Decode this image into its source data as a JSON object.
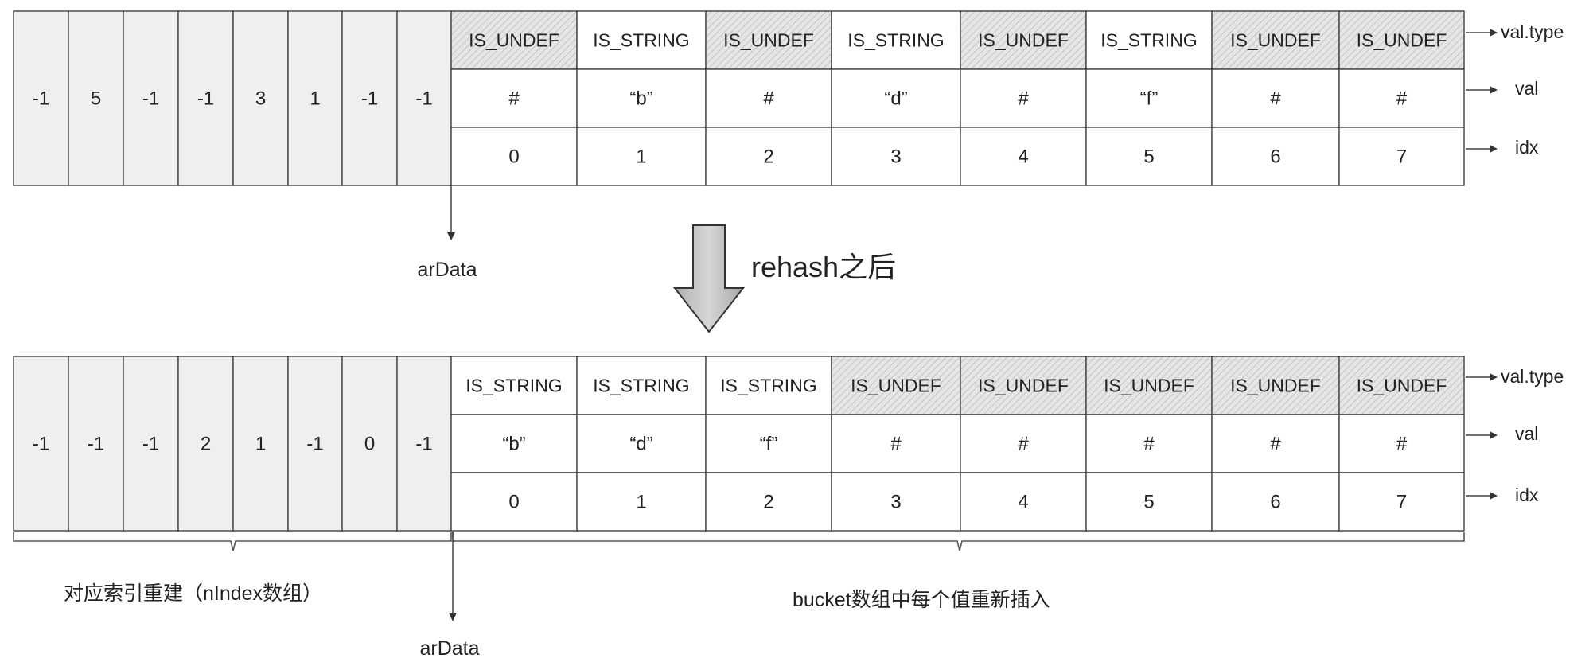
{
  "labels": {
    "val_type": "val.type",
    "val": "val",
    "idx": "idx",
    "ardata": "arData",
    "rehash": "rehash之后",
    "index_rebuild": "对应索引重建（nIndex数组）",
    "bucket_reinsert": "bucket数组中每个值重新插入"
  },
  "before": {
    "index": [
      "-1",
      "5",
      "-1",
      "-1",
      "3",
      "1",
      "-1",
      "-1"
    ],
    "types": [
      "IS_UNDEF",
      "IS_STRING",
      "IS_UNDEF",
      "IS_STRING",
      "IS_UNDEF",
      "IS_STRING",
      "IS_UNDEF",
      "IS_UNDEF"
    ],
    "vals": [
      "#",
      "“b”",
      "#",
      "“d”",
      "#",
      "“f”",
      "#",
      "#"
    ],
    "idx": [
      "0",
      "1",
      "2",
      "3",
      "4",
      "5",
      "6",
      "7"
    ]
  },
  "after": {
    "index": [
      "-1",
      "-1",
      "-1",
      "2",
      "1",
      "-1",
      "0",
      "-1"
    ],
    "types": [
      "IS_STRING",
      "IS_STRING",
      "IS_STRING",
      "IS_UNDEF",
      "IS_UNDEF",
      "IS_UNDEF",
      "IS_UNDEF",
      "IS_UNDEF"
    ],
    "vals": [
      "“b”",
      "“d”",
      "“f”",
      "#",
      "#",
      "#",
      "#",
      "#"
    ],
    "idx": [
      "0",
      "1",
      "2",
      "3",
      "4",
      "5",
      "6",
      "7"
    ]
  }
}
